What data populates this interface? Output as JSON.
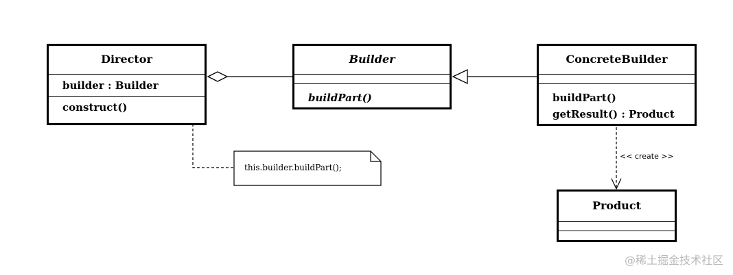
{
  "diagram": {
    "classes": {
      "director": {
        "name": "Director",
        "attributes": [
          "builder : Builder"
        ],
        "operations": [
          "construct()"
        ]
      },
      "builder": {
        "name": "Builder",
        "abstract": true,
        "attributes": [],
        "operations": [
          "buildPart()"
        ]
      },
      "concrete_builder": {
        "name": "ConcreteBuilder",
        "attributes": [],
        "operations": [
          "buildPart()",
          "getResult() : Product"
        ]
      },
      "product": {
        "name": "Product",
        "attributes": [],
        "operations": []
      }
    },
    "note": {
      "text": "this.builder.buildPart();"
    },
    "relationships": [
      {
        "type": "aggregation",
        "from": "Director",
        "to": "Builder"
      },
      {
        "type": "generalization",
        "from": "ConcreteBuilder",
        "to": "Builder"
      },
      {
        "type": "dependency",
        "from": "ConcreteBuilder",
        "to": "Product",
        "label": "<< create >>"
      },
      {
        "type": "note-link",
        "from": "construct()",
        "to": "note"
      }
    ]
  },
  "watermark": "@稀土掘金技术社区"
}
